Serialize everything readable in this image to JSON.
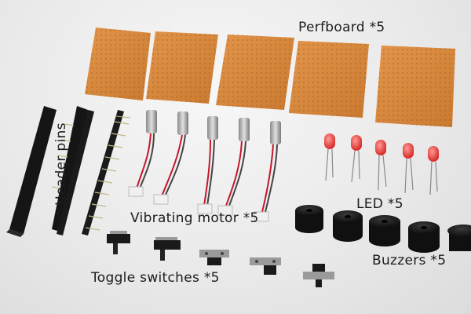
{
  "labels": {
    "perfboard": "Perfboard *5",
    "header_pins": "Header pins",
    "vibrating_motor": "Vibrating motor *5",
    "led": "LED *5",
    "buzzers": "Buzzers *5",
    "toggle_switches": "Toggle switches *5"
  },
  "colors": {
    "perfboard": "#d98a3a",
    "led": "#e8312c",
    "header": "#151515",
    "buzzer": "#111111",
    "wire_red": "#c2182a"
  }
}
